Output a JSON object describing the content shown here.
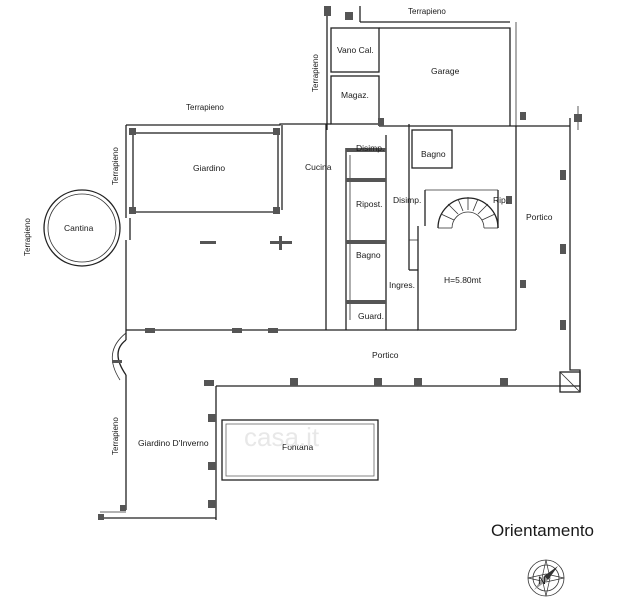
{
  "rooms": {
    "terrapieno_top": "Terrapieno",
    "terrapieno_vert_top": "Terrapieno",
    "terrapieno_mid": "Terrapieno",
    "terrapieno_left_upper": "Terrapieno",
    "terrapieno_far_left": "Terrapieno",
    "terrapieno_left_lower": "Terrapieno",
    "vano_cal": "Vano Cal.",
    "garage": "Garage",
    "magaz": "Magaz.",
    "giardino": "Giardino",
    "cucina": "Cucina",
    "disimp_1": "Disimp.",
    "bagno_1": "Bagno",
    "ripost": "Ripost.",
    "disimp_2": "Disimp.",
    "rip": "Rip.",
    "portico_right": "Portico",
    "cantina": "Cantina",
    "bagno_2": "Bagno",
    "ingres": "Ingres.",
    "height": "H=5.80mt",
    "guard": "Guard.",
    "portico_bottom": "Portico",
    "giardino_inverno": "Giardino D'Inverno",
    "fontana": "Fontana"
  },
  "orientation": {
    "label": "Orientamento",
    "north_letter": "N"
  },
  "watermark": "casa.it"
}
